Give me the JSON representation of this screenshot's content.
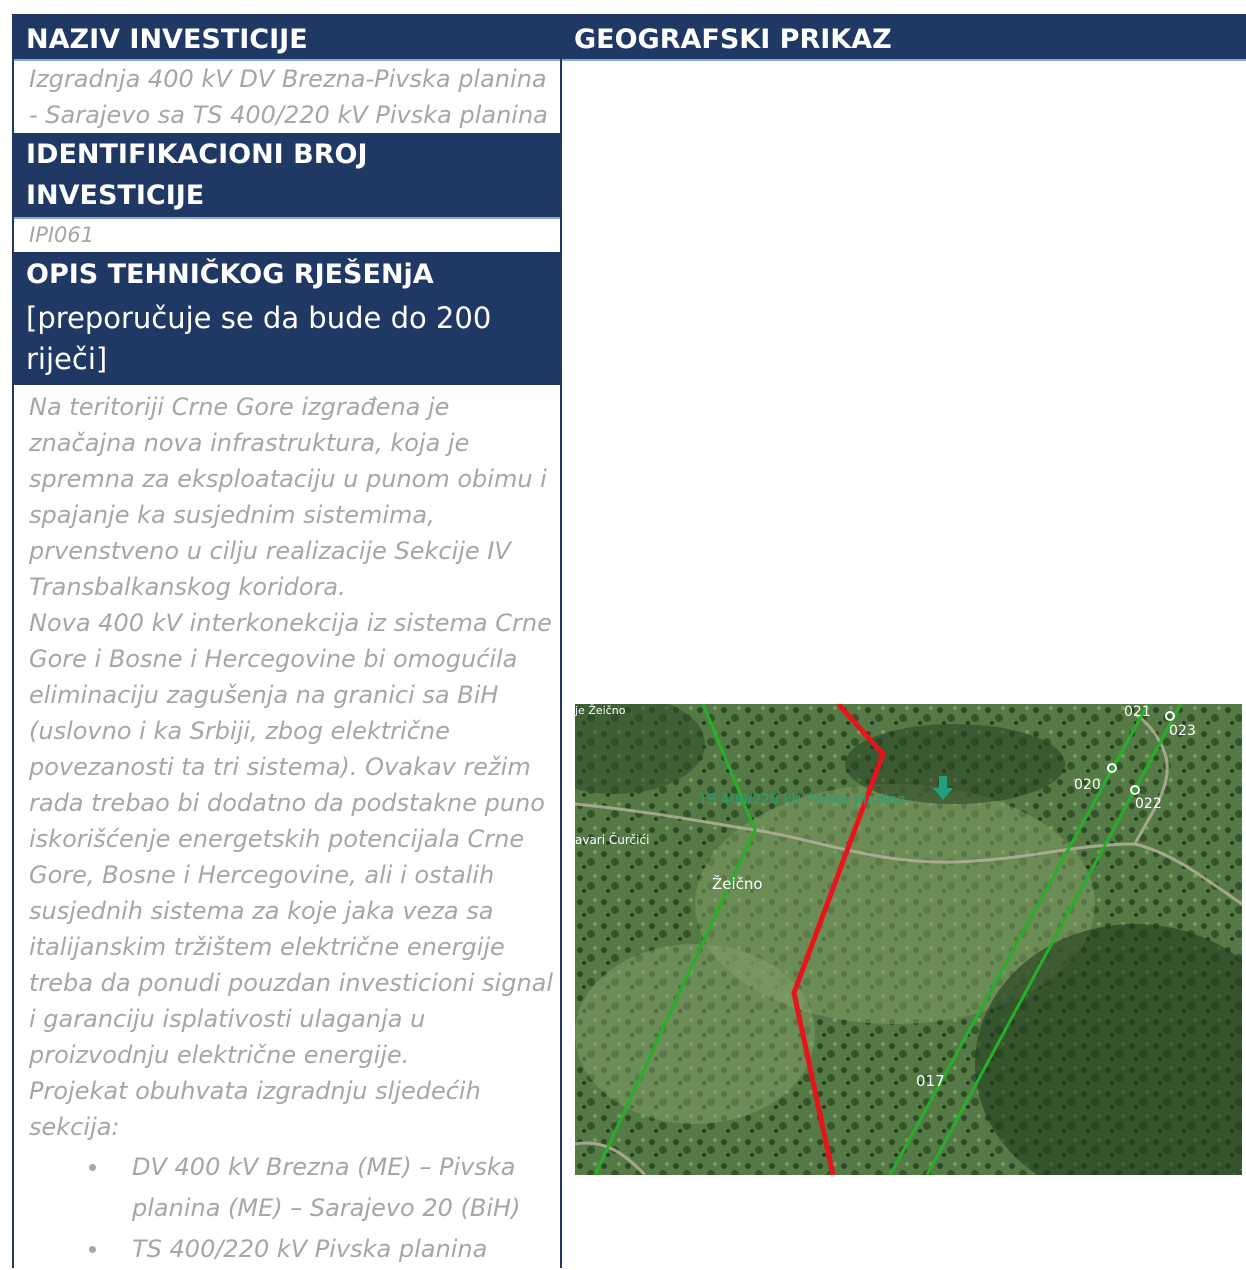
{
  "investment_name": {
    "heading": "NAZIV INVESTICIJE",
    "value_line1": "Izgradnja 400 kV DV Brezna-Pivska planina",
    "value_line2": "- Sarajevo sa TS 400/220 kV Pivska planina"
  },
  "investment_id": {
    "heading_line1": "IDENTIFIKACIONI BROJ",
    "heading_line2": "INVESTICIJE",
    "value": "IPI061"
  },
  "technical_description": {
    "heading": "OPIS TEHNIČKOG RJEŠENjA",
    "note_line1": "[preporučuje se da bude do 200",
    "note_line2": "riječi]",
    "lines": [
      "Na teritoriji Crne Gore izgrađena je",
      "značajna nova infrastruktura, koja je",
      "spremna za eksploataciju u punom obimu i",
      "spajanje ka susjednim sistemima,",
      "prvenstveno u cilju realizacije Sekcije IV",
      "Transbalkanskog koridora.",
      "Nova 400 kV interkonekcija iz sistema Crne",
      "Gore i Bosne i Hercegovine bi omogućila",
      "eliminaciju zagušenja na granici sa BiH",
      "(uslovno i ka Srbiji, zbog električne",
      "povezanosti ta tri sistema). Ovakav režim",
      "rada trebao bi dodatno da podstakne puno",
      "iskorišćenje energetskih potencijala Crne",
      "Gore, Bosne i Hercegovine, ali i ostalih",
      "susjednih sistema za koje jaka veza sa",
      "italijanskim tržištem električne energije",
      "treba da ponudi pouzdan investicioni signal",
      "i garanciju isplativosti ulaganja u",
      "proizvodnju električne energije.",
      "Projekat obuhvata izgradnju sljedećih",
      "sekcija:"
    ],
    "bullets": [
      {
        "line1": "DV 400 kV Brezna (ME) – Pivska",
        "line2": "planina (ME) – Sarajevo 20 (BiH)"
      },
      {
        "line1": "TS 400/220 kV Pivska planina",
        "line2": ""
      }
    ]
  },
  "geo": {
    "heading": "GEOGRAFSKI PRIKAZ",
    "map": {
      "labels": {
        "substation": "TS 400/220 kV Pivska planina",
        "village": "Žeično",
        "hamlet_left": "je Žeično",
        "hamlet_curcici": "avari Čurčići"
      },
      "towers": [
        "021",
        "023",
        "020",
        "022",
        "017"
      ],
      "colors": {
        "planned_line": "#e8141b",
        "existing_line": "#26b02a",
        "label_teal": "#22a07c"
      }
    }
  }
}
